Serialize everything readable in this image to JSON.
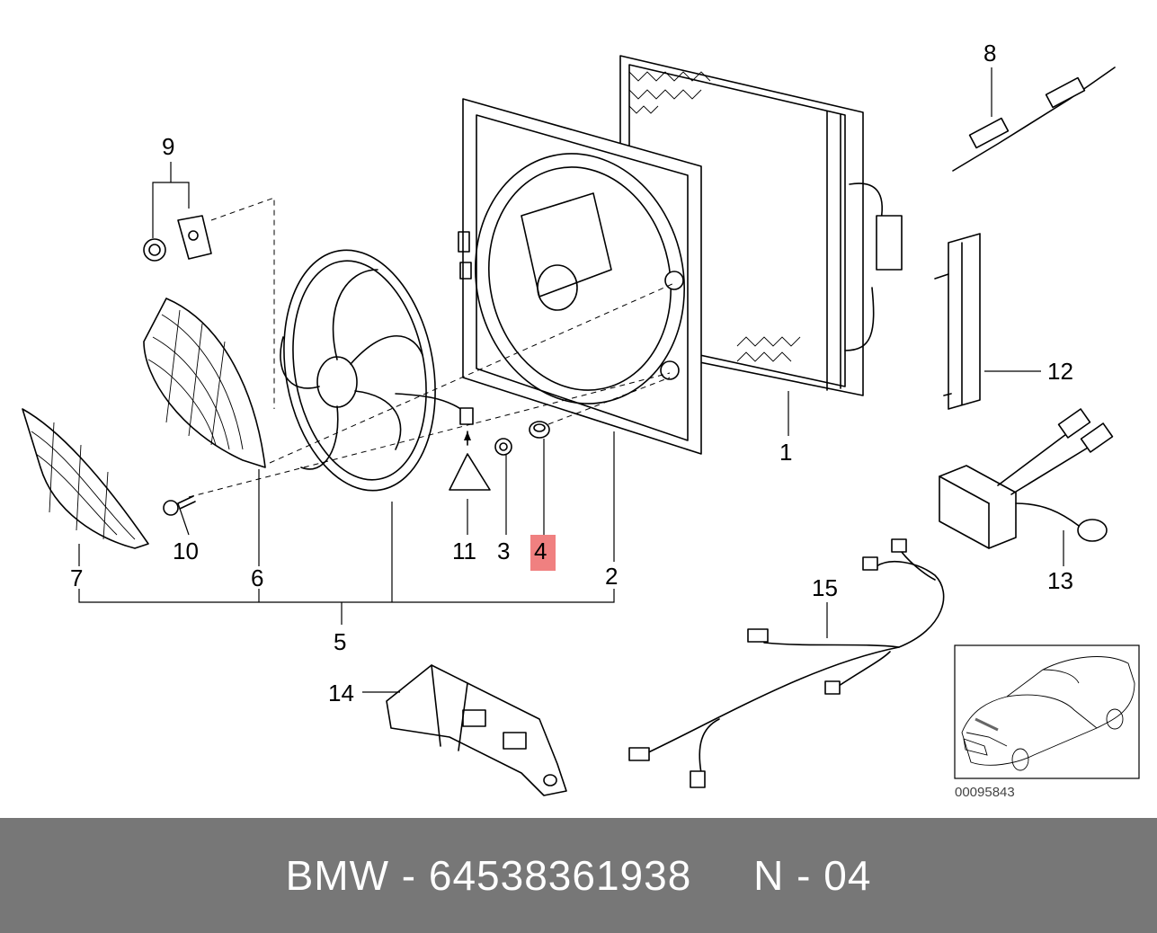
{
  "diagram": {
    "callouts": {
      "c1": "1",
      "c2": "2",
      "c3": "3",
      "c4": "4",
      "c5": "5",
      "c6": "6",
      "c7": "7",
      "c8": "8",
      "c9": "9",
      "c10": "10",
      "c11": "11",
      "c12": "12",
      "c13": "13",
      "c14": "14",
      "c15": "15"
    },
    "highlighted_callout": "4",
    "highlight_color": "#f08080",
    "image_number": "00095843"
  },
  "caption": {
    "text": "BMW - 64538361938     N - 04"
  }
}
